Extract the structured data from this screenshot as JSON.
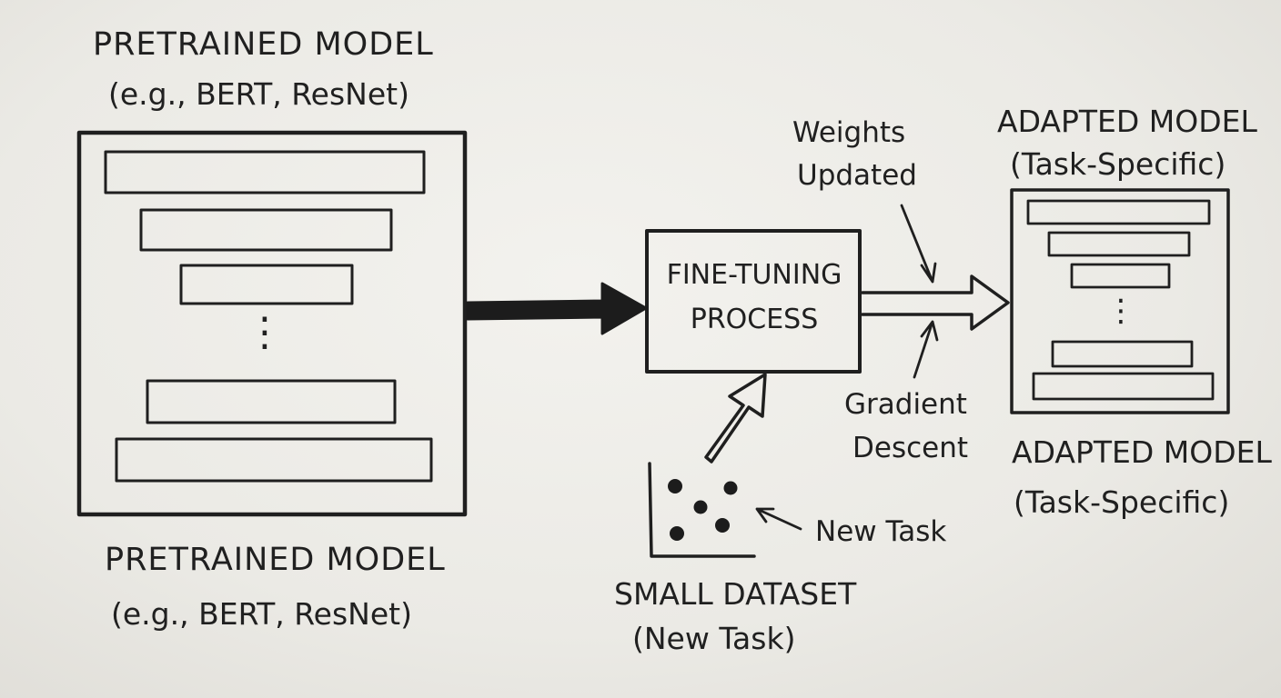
{
  "pretrained": {
    "title_top": "PRETRAINED MODEL",
    "subtitle_top": "(e.g., BERT, ResNet)",
    "title_bottom": "PRETRAINED MODEL",
    "subtitle_bottom": "(e.g., BERT, ResNet)",
    "ellipsis": "⋮"
  },
  "process": {
    "line1": "FINE-TUNING",
    "line2": "PROCESS"
  },
  "annotations": {
    "weights_line1": "Weights",
    "weights_line2": "Updated",
    "gradient_line1": "Gradient",
    "gradient_line2": "Descent",
    "new_task": "New Task"
  },
  "dataset": {
    "title": "SMALL DATASET",
    "subtitle": "(New Task)"
  },
  "adapted": {
    "title_top": "ADAPTED MODEL",
    "subtitle_top": "(Task-Specific)",
    "title_bottom": "ADAPTED MODEL",
    "subtitle_bottom": "(Task-Specific)",
    "ellipsis": "⋮"
  },
  "colors": {
    "ink": "#1f1f1f",
    "board": "#ecebe6"
  }
}
